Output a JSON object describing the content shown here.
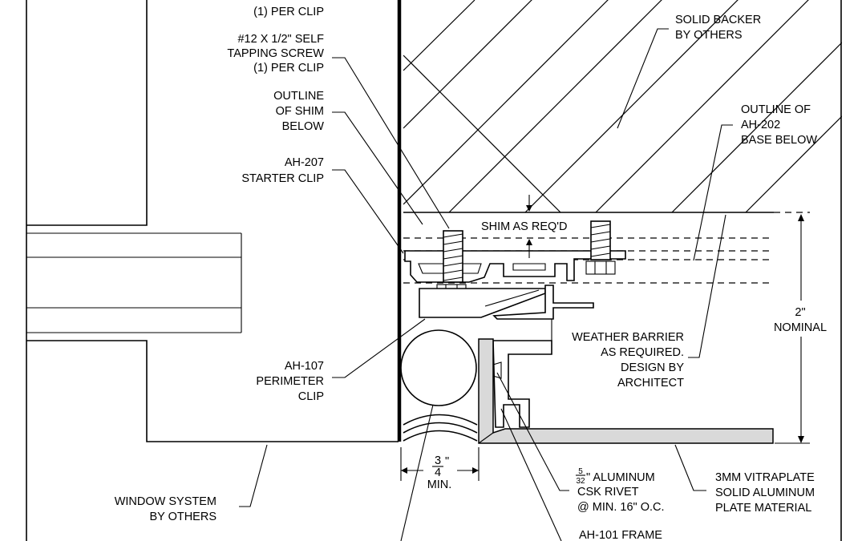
{
  "labels": {
    "per_clip_top": "(1) PER CLIP",
    "screw": [
      "#12 X 1/2\" SELF",
      "TAPPING SCREW",
      "(1) PER CLIP"
    ],
    "outline_shim": [
      "OUTLINE",
      "OF SHIM",
      "BELOW"
    ],
    "starter_clip": [
      "AH-207",
      "STARTER CLIP"
    ],
    "solid_backer": [
      "SOLID BACKER",
      "BY OTHERS"
    ],
    "outline_base": [
      "OUTLINE OF",
      "AH-202",
      "BASE BELOW"
    ],
    "shim": "SHIM AS REQ'D",
    "nominal": [
      "2\"",
      "NOMINAL"
    ],
    "weather_barrier": [
      "WEATHER BARRIER",
      "AS REQUIRED.",
      "DESIGN BY",
      "ARCHITECT"
    ],
    "perimeter_clip": [
      "AH-107",
      "PERIMETER",
      "CLIP"
    ],
    "window_system": [
      "WINDOW SYSTEM",
      "BY OTHERS"
    ],
    "min_dim": {
      "num": "3",
      "den": "4",
      "inch": "\"",
      "text": "MIN."
    },
    "rivet": {
      "num": "5",
      "den": "32",
      "rest": "\" ALUMINUM",
      "line2": "CSK RIVET",
      "line3": "@ MIN. 16\" O.C."
    },
    "vitraplate": [
      "3MM VITRAPLATE",
      "SOLID ALUMINUM",
      "PLATE MATERIAL"
    ],
    "frame": "AH-101 FRAME"
  },
  "colors": {
    "line": "#000000",
    "plate_fill": "#d9d9d9",
    "background": "#ffffff"
  }
}
